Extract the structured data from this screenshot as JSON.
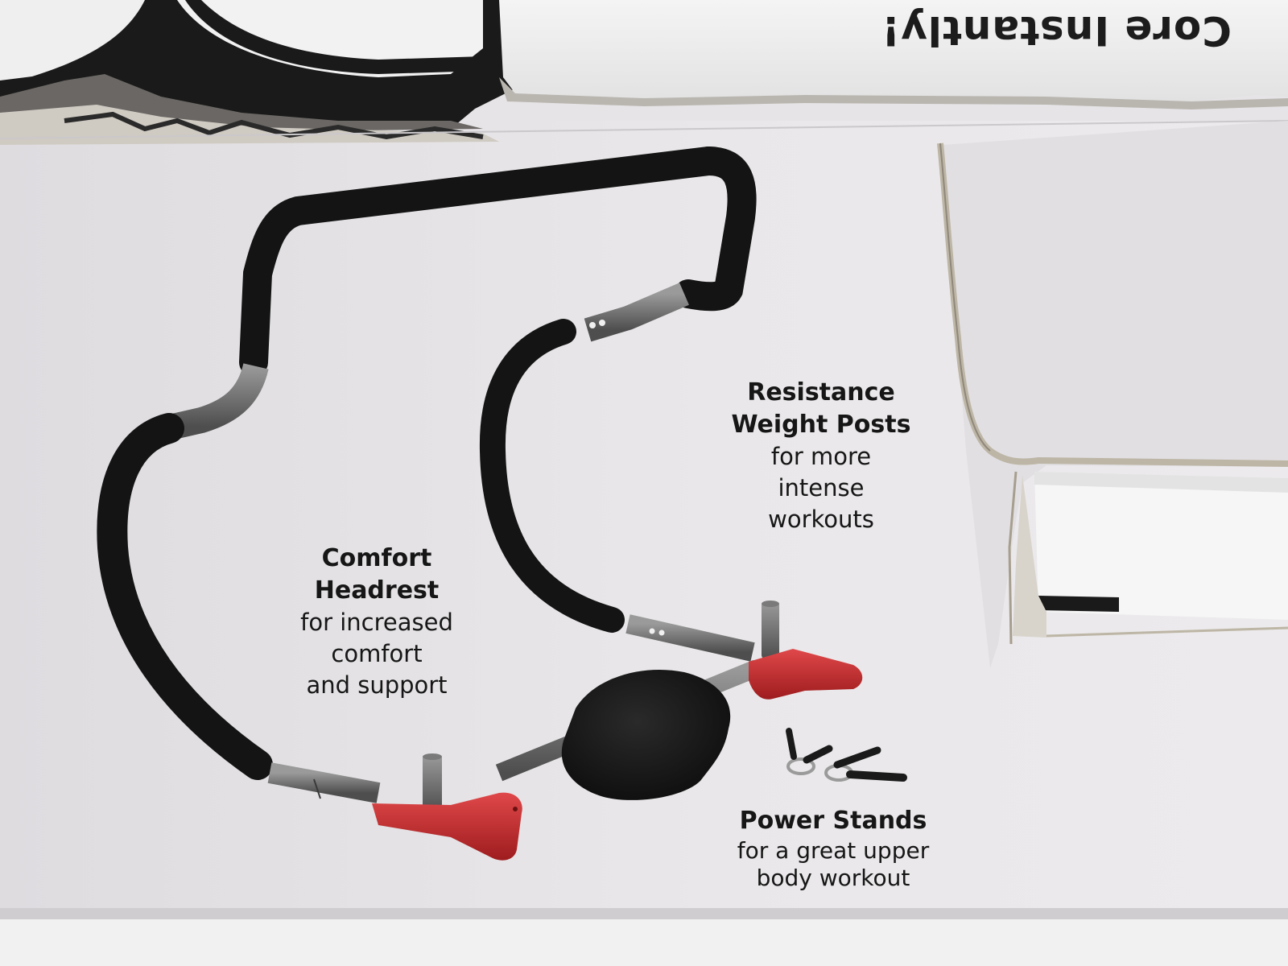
{
  "box": {
    "top_flap_text": "Core Instantly!",
    "callouts": [
      {
        "title_line1": "Resistance",
        "title_line2": "Weight Posts",
        "desc_line1": "for more",
        "desc_line2": "intense",
        "desc_line3": "workouts"
      },
      {
        "title_line1": "Comfort",
        "title_line2": "Headrest",
        "desc_line1": "for increased",
        "desc_line2": "comfort",
        "desc_line3": "and support"
      },
      {
        "title_line1": "Power Stands",
        "desc_line1": "for a great upper",
        "desc_line2": "body workout"
      }
    ]
  },
  "colors": {
    "box_face": "#e6e4e6",
    "foam_black": "#141414",
    "metal_gray": "#6e6e6e",
    "stand_red": "#c0282a",
    "print_black": "#1c1c1c"
  }
}
